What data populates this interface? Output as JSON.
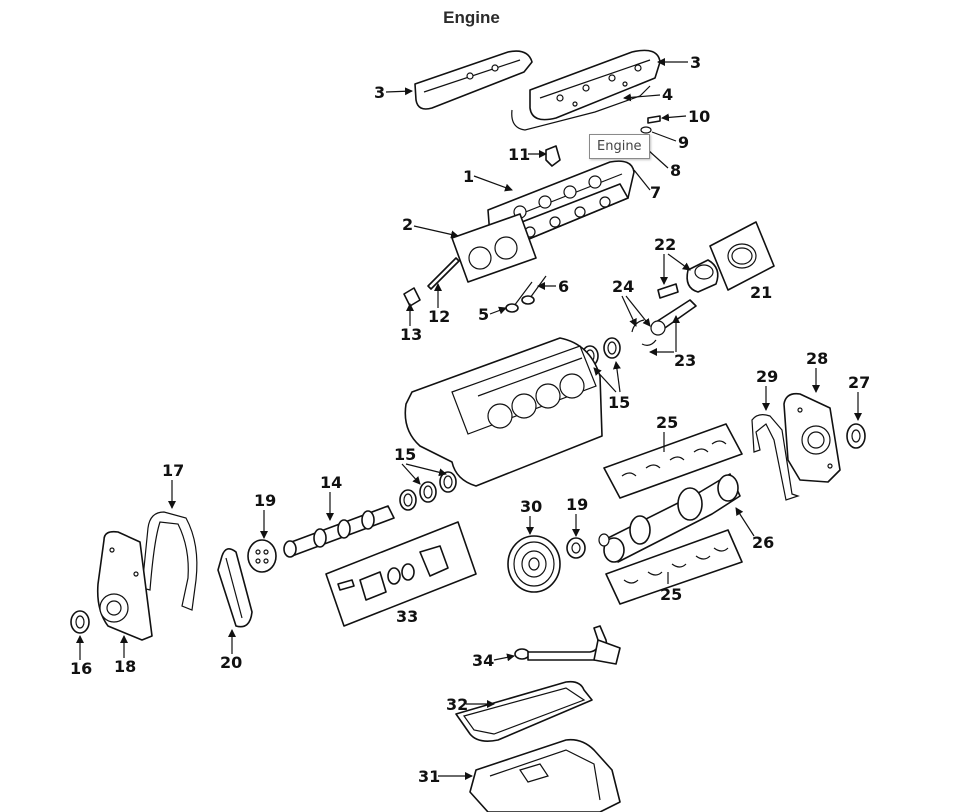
{
  "title": "Engine",
  "tooltip": "Engine",
  "callouts": [
    "1",
    "2",
    "3",
    "4",
    "5",
    "6",
    "7",
    "8",
    "9",
    "10",
    "11",
    "12",
    "13",
    "14",
    "15",
    "16",
    "17",
    "18",
    "19",
    "20",
    "21",
    "22",
    "23",
    "24",
    "25",
    "26",
    "27",
    "28",
    "29",
    "30",
    "31",
    "32",
    "33",
    "34"
  ]
}
